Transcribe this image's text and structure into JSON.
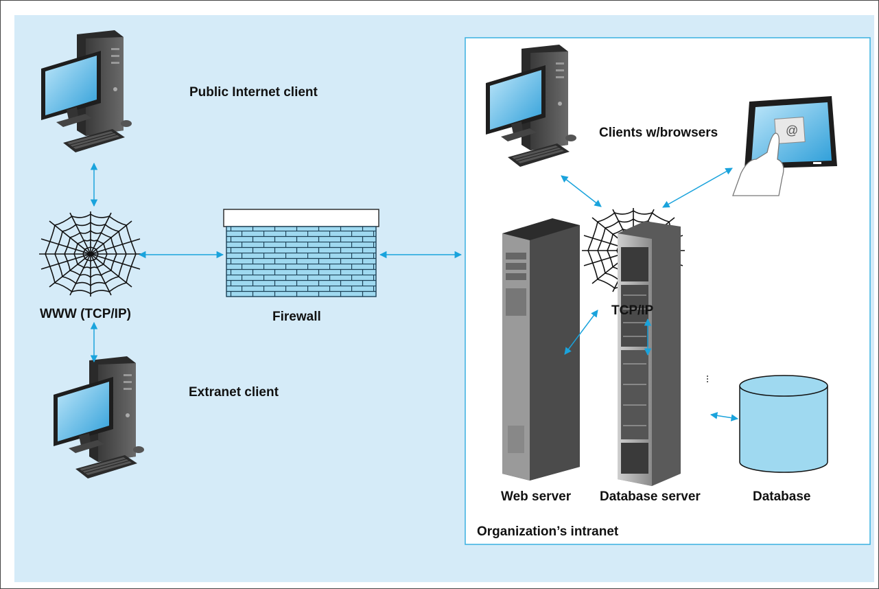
{
  "colors": {
    "background": "#d5ebf8",
    "arrow": "#1aa3dc",
    "intranet_border": "#39b0e0",
    "brick": "#9fd9f0",
    "database": "#9fd9f0",
    "screen": "#4aaee0"
  },
  "labels": {
    "public_client": "Public Internet client",
    "www": "WWW (TCP/IP)",
    "extranet_client": "Extranet client",
    "firewall": "Firewall",
    "clients_browsers": "Clients w/browsers",
    "tcpip": "TCP/IP",
    "web_server": "Web server",
    "database_server": "Database server",
    "database": "Database",
    "intranet": "Organization’s intranet"
  },
  "icons": {
    "tablet_glyph": "@"
  }
}
